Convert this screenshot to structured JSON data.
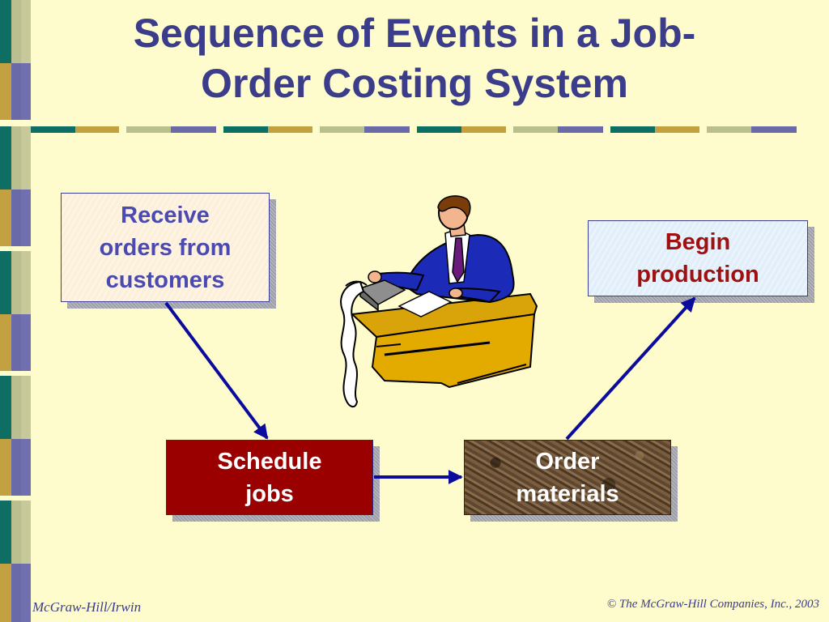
{
  "slide": {
    "title_line1": "Sequence of Events in a Job-",
    "title_line2": "Order Costing System"
  },
  "diagram": {
    "nodes": {
      "receive": {
        "line1": "Receive",
        "line2": "orders from",
        "line3": "customers"
      },
      "schedule": {
        "line1": "Schedule",
        "line2": "jobs"
      },
      "order": {
        "line1": "Order",
        "line2": "materials"
      },
      "begin": {
        "line1": "Begin",
        "line2": "production"
      }
    },
    "edges": [
      {
        "from": "receive",
        "to": "schedule"
      },
      {
        "from": "schedule",
        "to": "order"
      },
      {
        "from": "order",
        "to": "begin"
      }
    ]
  },
  "footer": {
    "left": "McGraw-Hill/Irwin",
    "right": "© The McGraw-Hill Companies, Inc., 2003"
  },
  "colors": {
    "background": "#fefccc",
    "title": "#3c3d8a",
    "arrow": "#0b0b9e",
    "schedule_fill": "#9b0000",
    "begin_text": "#a01010",
    "receive_text": "#4a4ab0"
  },
  "icons": [
    "businessman-at-desk-icon"
  ]
}
